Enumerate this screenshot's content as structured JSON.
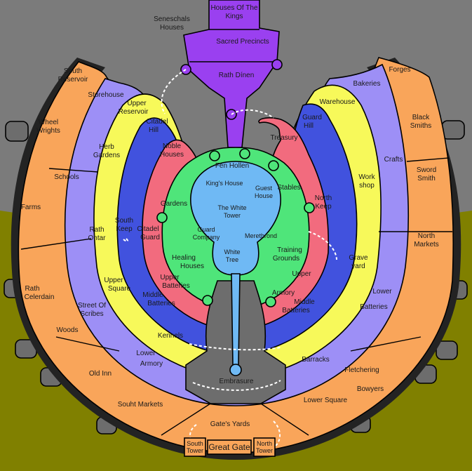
{
  "colors": {
    "sky": "#7b7b7b",
    "ground": "#808000",
    "orange": "#f9a55a",
    "lavender": "#9d8ff6",
    "yellow": "#f7f95a",
    "blue": "#4152de",
    "red": "#f26b7e",
    "green": "#4fe57a",
    "lightblue": "#6fb9f4",
    "purple": "#9a40f0",
    "gray": "#6d6d6d",
    "wall": "#232323"
  },
  "labels": {
    "houses_of_the_kings": [
      "Houses Of The",
      "Kings"
    ],
    "seneschals_houses": [
      "Seneschals",
      "Houses"
    ],
    "sacred_precincts": "Sacred Precincts",
    "rath_dinen": "Rath Dínen",
    "south_reservoir": [
      "South",
      "Reservoir"
    ],
    "forges": "Forges",
    "storehouse": "Storehouse",
    "upper_reservoir": [
      "Upper",
      "Reservoir"
    ],
    "warehouse": "Warehouse",
    "bakeries": "Bakeries",
    "wheel_wrights": [
      "Wheel",
      "Wrights"
    ],
    "herb_gardens": [
      "Herb",
      "Gardens"
    ],
    "citadel_hill": [
      "Citadel",
      "Hill"
    ],
    "noble_houses": [
      "Noble",
      "Houses"
    ],
    "treasury": "Treasury",
    "guard_hill": [
      "Guard",
      "Hill"
    ],
    "black_smiths": [
      "Black",
      "Smiths"
    ],
    "crafts": "Crafts",
    "fen_hollen": "Fen Hollen",
    "kings_house": "King's House",
    "guest_house": [
      "Guest",
      "House"
    ],
    "stables": "Stables",
    "work_shop": [
      "Work",
      "shop"
    ],
    "sword_smith": [
      "Sword",
      "Smith"
    ],
    "schools": "Schools",
    "farms": "Farms",
    "gardens": "Gardens",
    "the_white_tower": [
      "The White",
      "Tower"
    ],
    "north_keep": [
      "North",
      "Keep"
    ],
    "rath_ohtar": [
      "Rath",
      "Ohtar"
    ],
    "south_keep": [
      "South",
      "Keep"
    ],
    "citadel_guard": [
      "Citadel",
      "Guard"
    ],
    "guard_company": [
      "Guard",
      "Company"
    ],
    "merethrond": "Merethrond",
    "north_markets": [
      "North",
      "Markets"
    ],
    "white_tree": [
      "White",
      "Tree"
    ],
    "healing_houses": [
      "Healing",
      "Houses"
    ],
    "training_grounds": [
      "Training",
      "Grounds"
    ],
    "grave_yard": [
      "Grave",
      "yard"
    ],
    "upper_square": [
      "Upper",
      "Square"
    ],
    "upper_batteries_left": [
      "Upper",
      "Batteries"
    ],
    "upper_armory": [
      "Upper",
      "Armory"
    ],
    "rath_celerdain": [
      "Rath",
      "Celerdain"
    ],
    "lower_batteries": [
      "Lower",
      "Batteries"
    ],
    "street_of_scribes": [
      "Street Of",
      "Scribes"
    ],
    "middle_batteries_left": [
      "Middle",
      "Batteries"
    ],
    "middle_batteries_right": [
      "Middle",
      "Batteries"
    ],
    "woods": "Woods",
    "kennels": "Kennels",
    "lower_armory": [
      "Lower",
      "Armory"
    ],
    "barracks": "Barracks",
    "fletchering": "Fletchering",
    "old_inn": "Old Inn",
    "embrasure": "Embrasure",
    "bowyers": "Bowyers",
    "souht_markets": "Souht Markets",
    "lower_square": "Lower Square",
    "gates_yards": "Gate's Yards",
    "south_tower": [
      "South",
      "Tower"
    ],
    "great_gate": "Great Gate",
    "north_tower": [
      "North",
      "Tower"
    ]
  }
}
